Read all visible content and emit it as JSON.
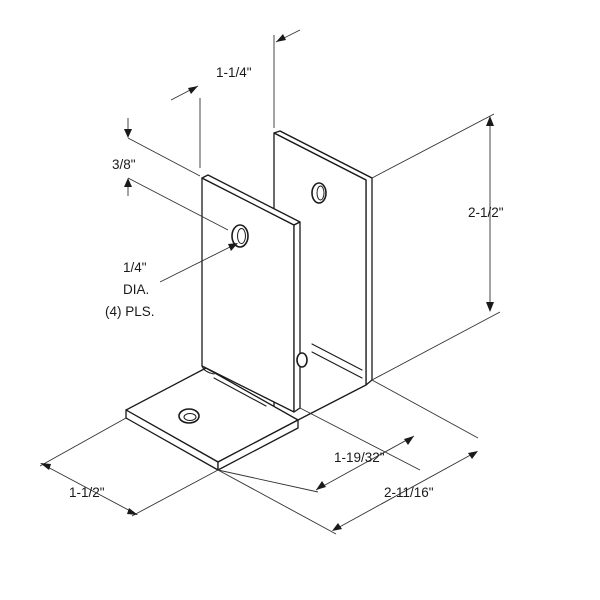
{
  "dimensions": {
    "plate_spacing": "1-1/4\"",
    "hole_offset": "3/8\"",
    "height": "2-1/2\"",
    "hole_note": {
      "line1": "1/4\"",
      "line2": "DIA.",
      "line3": "(4) PLS."
    },
    "base_inner": "1-19/32\"",
    "base_width": "1-1/2\"",
    "base_depth": "2-11/16\""
  }
}
